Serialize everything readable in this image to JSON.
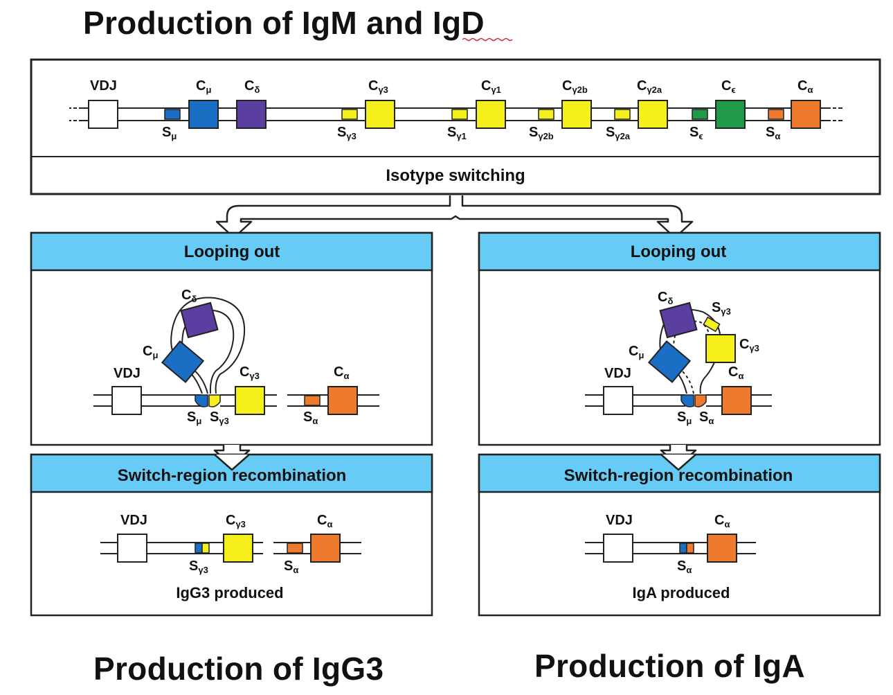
{
  "titles": {
    "top": "Production of IgM and IgD",
    "left": "Production of IgG3",
    "right": "Production of IgA"
  },
  "locus": {
    "vdj": "VDJ",
    "genes": [
      {
        "label": "C",
        "sub": "μ"
      },
      {
        "label": "C",
        "sub": "δ"
      },
      {
        "label": "C",
        "sub": "γ3"
      },
      {
        "label": "C",
        "sub": "γ1"
      },
      {
        "label": "C",
        "sub": "γ2b"
      },
      {
        "label": "C",
        "sub": "γ2a"
      },
      {
        "label": "C",
        "sub": "ϵ"
      },
      {
        "label": "C",
        "sub": "α"
      }
    ],
    "switches": [
      {
        "label": "S",
        "sub": "μ"
      },
      {
        "label": "S",
        "sub": "γ3"
      },
      {
        "label": "S",
        "sub": "γ1"
      },
      {
        "label": "S",
        "sub": "γ2b"
      },
      {
        "label": "S",
        "sub": "γ2a"
      },
      {
        "label": "S",
        "sub": "ϵ"
      },
      {
        "label": "S",
        "sub": "α"
      }
    ],
    "isotype_switching": "Isotype switching"
  },
  "left_panel": {
    "looping_out": "Looping out",
    "recombination": "Switch-region recombination",
    "vdj": "VDJ",
    "c_delta": {
      "label": "C",
      "sub": "δ"
    },
    "c_mu": {
      "label": "C",
      "sub": "μ"
    },
    "c_g3": {
      "label": "C",
      "sub": "γ3"
    },
    "c_alpha": {
      "label": "C",
      "sub": "α"
    },
    "s_mu": {
      "label": "S",
      "sub": "μ"
    },
    "s_g3": {
      "label": "S",
      "sub": "γ3"
    },
    "s_alpha": {
      "label": "S",
      "sub": "α"
    },
    "result_vdj": "VDJ",
    "result_c1": {
      "label": "C",
      "sub": "γ3"
    },
    "result_c2": {
      "label": "C",
      "sub": "α"
    },
    "result_s1": {
      "label": "S",
      "sub": "γ3"
    },
    "result_s2": {
      "label": "S",
      "sub": "α"
    },
    "produced": "IgG3 produced"
  },
  "right_panel": {
    "looping_out": "Looping out",
    "recombination": "Switch-region recombination",
    "vdj": "VDJ",
    "c_delta": {
      "label": "C",
      "sub": "δ"
    },
    "c_mu": {
      "label": "C",
      "sub": "μ"
    },
    "c_g3": {
      "label": "C",
      "sub": "γ3"
    },
    "s_g3": {
      "label": "S",
      "sub": "γ3"
    },
    "c_alpha": {
      "label": "C",
      "sub": "α"
    },
    "s_mu": {
      "label": "S",
      "sub": "μ"
    },
    "s_alpha": {
      "label": "S",
      "sub": "α"
    },
    "result_vdj": "VDJ",
    "result_c": {
      "label": "C",
      "sub": "α"
    },
    "result_s": {
      "label": "S",
      "sub": "α"
    },
    "produced": "IgA produced"
  },
  "colors": {
    "mu": "#1a6fc4",
    "delta": "#5b3fa0",
    "gamma": "#f5ef1c",
    "epsilon": "#1e9a48",
    "alpha": "#ee7a2e",
    "panel_header": "#66ccf5",
    "border": "#222222"
  }
}
